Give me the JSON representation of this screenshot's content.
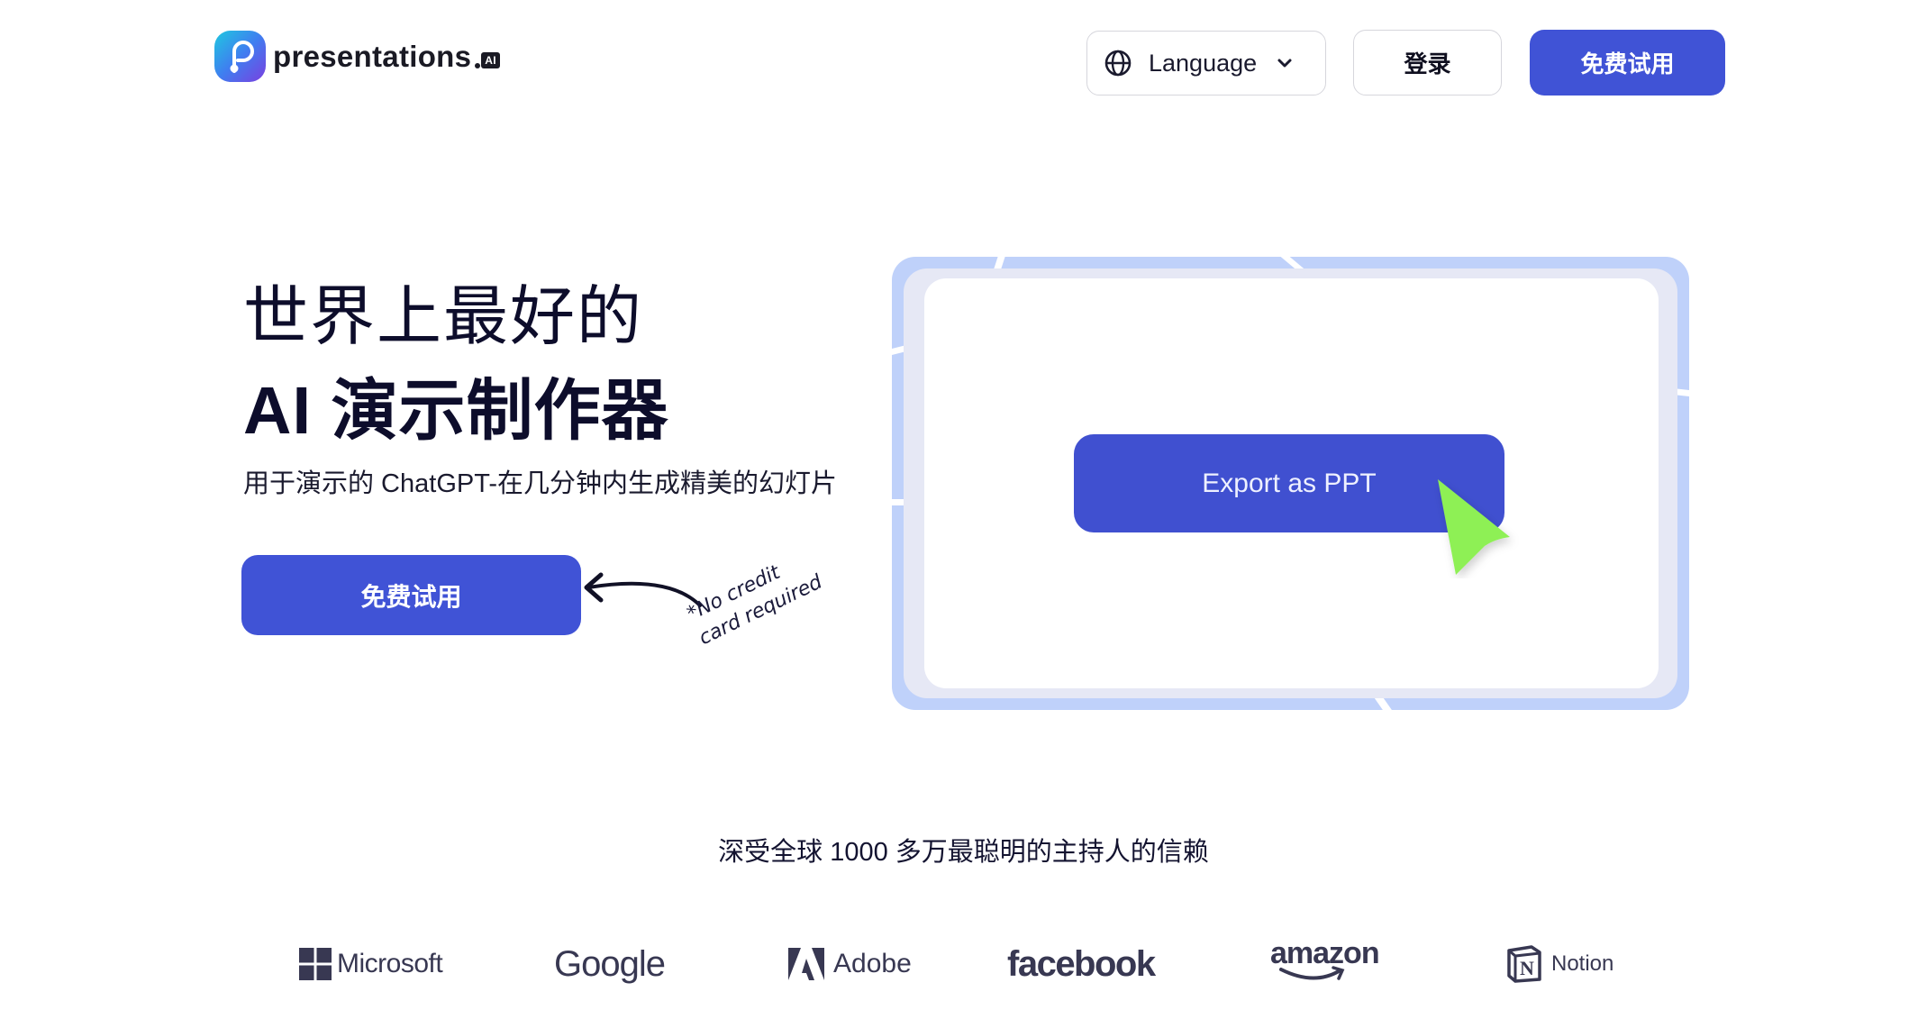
{
  "header": {
    "logo_text": "presentations",
    "logo_badge": "AI",
    "language_label": "Language",
    "login_label": "登录",
    "try_free_label": "免费试用"
  },
  "hero": {
    "title_line1": "世界上最好的",
    "title_line2": "AI 演示制作器",
    "subtitle": "用于演示的 ChatGPT-在几分钟内生成精美的幻灯片",
    "cta_label": "免费试用",
    "note": "*No credit\ncard required"
  },
  "preview": {
    "button_label": "Export as PPT",
    "colors": {
      "frame": "#bfd1fa",
      "inner": "#e6e8f5",
      "button": "#4050d0",
      "cursor": "#8ef055"
    }
  },
  "trust": {
    "headline": "深受全球 1000 多万最聪明的主持人的信赖",
    "brands": [
      {
        "name": "Microsoft",
        "icon": "windows-grid-icon"
      },
      {
        "name": "Google",
        "icon": "none"
      },
      {
        "name": "Adobe",
        "icon": "adobe-a-icon"
      },
      {
        "name": "facebook",
        "icon": "none"
      },
      {
        "name": "amazon",
        "icon": "amazon-smile-icon"
      },
      {
        "name": "Notion",
        "icon": "notion-cube-icon"
      }
    ]
  },
  "theme": {
    "accent": "#4053d6",
    "text": "#0d0d2b",
    "border": "#d6d6dc"
  }
}
